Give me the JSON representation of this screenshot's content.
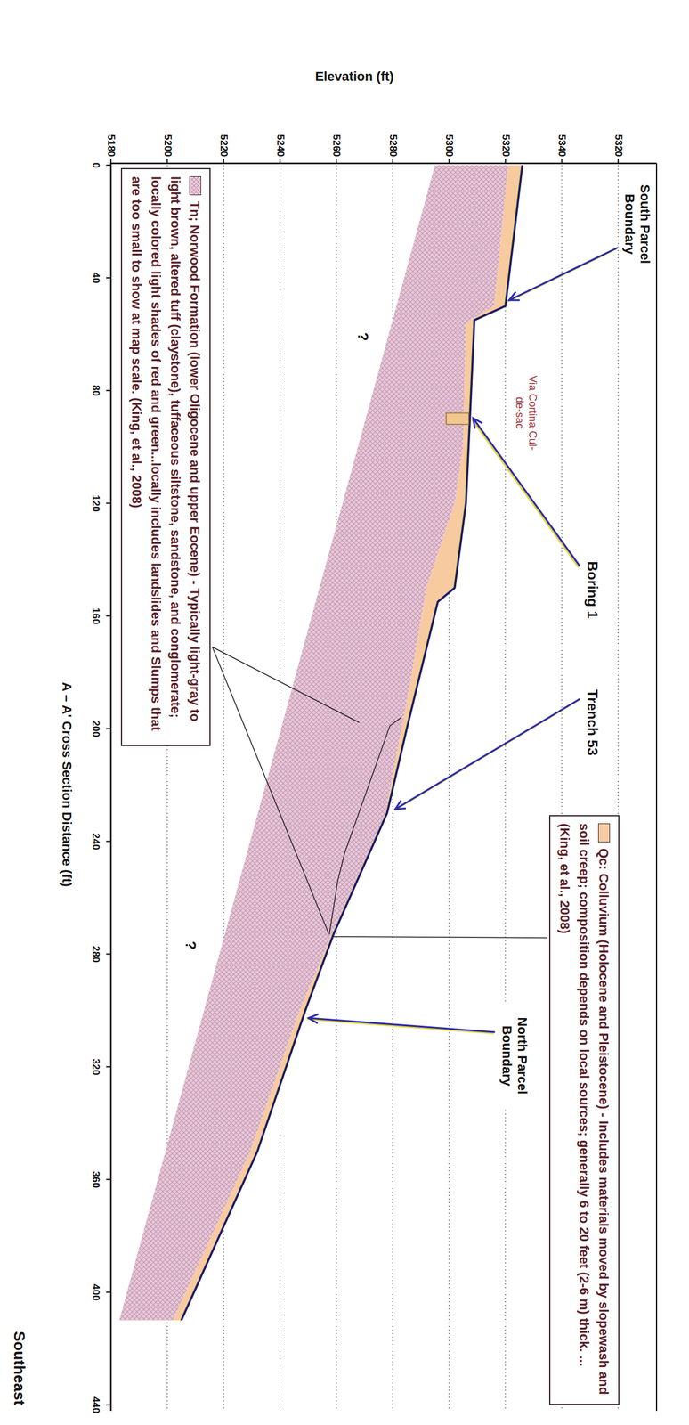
{
  "diagram": {
    "labels": [
      "Southeast",
      "Elevation (ft)",
      "5180",
      "5200",
      "5220",
      "5240",
      "5260",
      "5280",
      "5300",
      "5320",
      "5340",
      "5320",
      "South Parcel Boundary",
      "Via Cortina Cul-de-sac",
      "Boring 1",
      "Trench 53",
      "?",
      "North Parcel Boundary",
      "?",
      "0",
      "40",
      "80",
      "120",
      "160",
      "200",
      "240",
      "280",
      "320",
      "360",
      "400",
      "440",
      "A – A' Cross Section Distance (ft)"
    ],
    "legend": [
      {
        "text": "Qc: Colluvium (Holocene and Pleistocene) - Includes materials moved by slopewash and soil creep; composition depends on local sources; generally 6 to 20 feet (2-6 m) thick. ... (King, et al., 2008)",
        "color": "#f8caa0"
      },
      {
        "text": "Tn; Norwood Formation (lower Oligocene and upper Eocene) - Typically light-gray to light brown, altered tuff (claystone), tuffaceous siltstone, sandstone, and conglomerate; locally colored light shades of red and green...locally includes landslides and Slumps that are too small to show at map scale. (King, et al., 2008)"
      }
    ]
  }
}
